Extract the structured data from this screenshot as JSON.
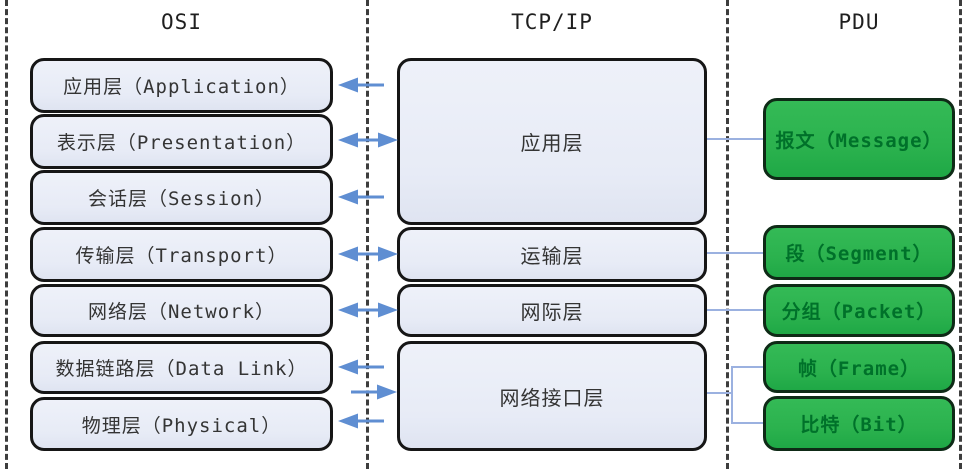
{
  "diagram": {
    "title_columns": {
      "osi": "OSI",
      "tcpip": "TCP/IP",
      "pdu": "PDU"
    },
    "osi_layers": [
      {
        "label": "应用层（Application）"
      },
      {
        "label": "表示层（Presentation）"
      },
      {
        "label": "会话层（Session）"
      },
      {
        "label": "传输层（Transport）"
      },
      {
        "label": "网络层（Network）"
      },
      {
        "label": "数据链路层（Data Link）"
      },
      {
        "label": "物理层（Physical）"
      }
    ],
    "tcpip_layers": [
      {
        "label": "应用层"
      },
      {
        "label": "运输层"
      },
      {
        "label": "网际层"
      },
      {
        "label": "网络接口层"
      }
    ],
    "pdu_items": [
      {
        "label": "报文（Message）"
      },
      {
        "label": "段（Segment）"
      },
      {
        "label": "分组（Packet）"
      },
      {
        "label": "帧（Frame）"
      },
      {
        "label": "比特（Bit）"
      }
    ],
    "arrows_osi_tcpip": [
      {
        "osi": "应用层（Application）",
        "tcpip": "应用层",
        "direction": "to-osi"
      },
      {
        "osi": "表示层（Presentation）",
        "tcpip": "应用层",
        "direction": "both"
      },
      {
        "osi": "会话层（Session）",
        "tcpip": "应用层",
        "direction": "to-osi"
      },
      {
        "osi": "传输层（Transport）",
        "tcpip": "运输层",
        "direction": "both"
      },
      {
        "osi": "网络层（Network）",
        "tcpip": "网际层",
        "direction": "both"
      },
      {
        "osi": "数据链路层（Data Link）",
        "tcpip": "网络接口层",
        "direction": "to-osi"
      },
      {
        "osi": "数据链路层（Data Link）/物理层（Physical）",
        "tcpip": "网络接口层",
        "direction": "to-tcpip"
      },
      {
        "osi": "物理层（Physical）",
        "tcpip": "网络接口层",
        "direction": "to-osi"
      }
    ],
    "connections_tcpip_pdu": [
      {
        "tcpip": "应用层",
        "pdu": "报文（Message）"
      },
      {
        "tcpip": "运输层",
        "pdu": "段（Segment）"
      },
      {
        "tcpip": "网际层",
        "pdu": "分组（Packet）"
      },
      {
        "tcpip": "网络接口层",
        "pdu": "帧（Frame）"
      },
      {
        "tcpip": "网络接口层",
        "pdu": "比特（Bit）"
      }
    ],
    "colors": {
      "layer_fill": "#e9edf7",
      "layer_border": "#161616",
      "pdu_fill": "#2bb24e",
      "pdu_text": "#00712a",
      "arrow_blue": "#5f8ed2",
      "connector_blue": "#9bb1e0",
      "separator_gray": "#3d3d3d",
      "text_dark": "#343434"
    }
  }
}
